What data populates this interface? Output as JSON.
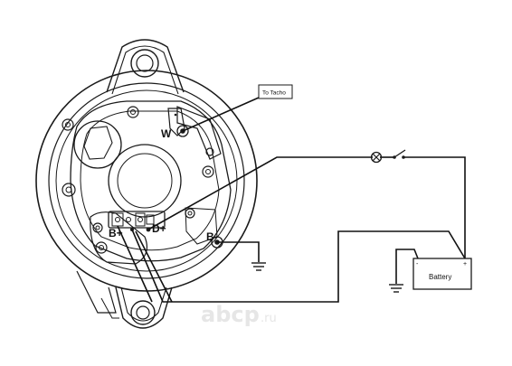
{
  "diagram": {
    "labels": {
      "to_tacho": "To Tacho",
      "w_terminal": "W",
      "b_plus_terminal": "B+",
      "d_plus_terminal": "D+",
      "b_minus_terminal": "B-",
      "battery": "Battery",
      "battery_negative": "-",
      "battery_positive": "+"
    },
    "watermark": {
      "main": "abcp",
      "suffix": ".ru"
    },
    "components": {
      "lamp": "lamp-icon",
      "switch": "switch-icon",
      "ground": "ground-icon",
      "battery": "battery-icon"
    },
    "colors": {
      "ink": "#1a1a1a",
      "watermark": "#e6e6e6"
    }
  }
}
